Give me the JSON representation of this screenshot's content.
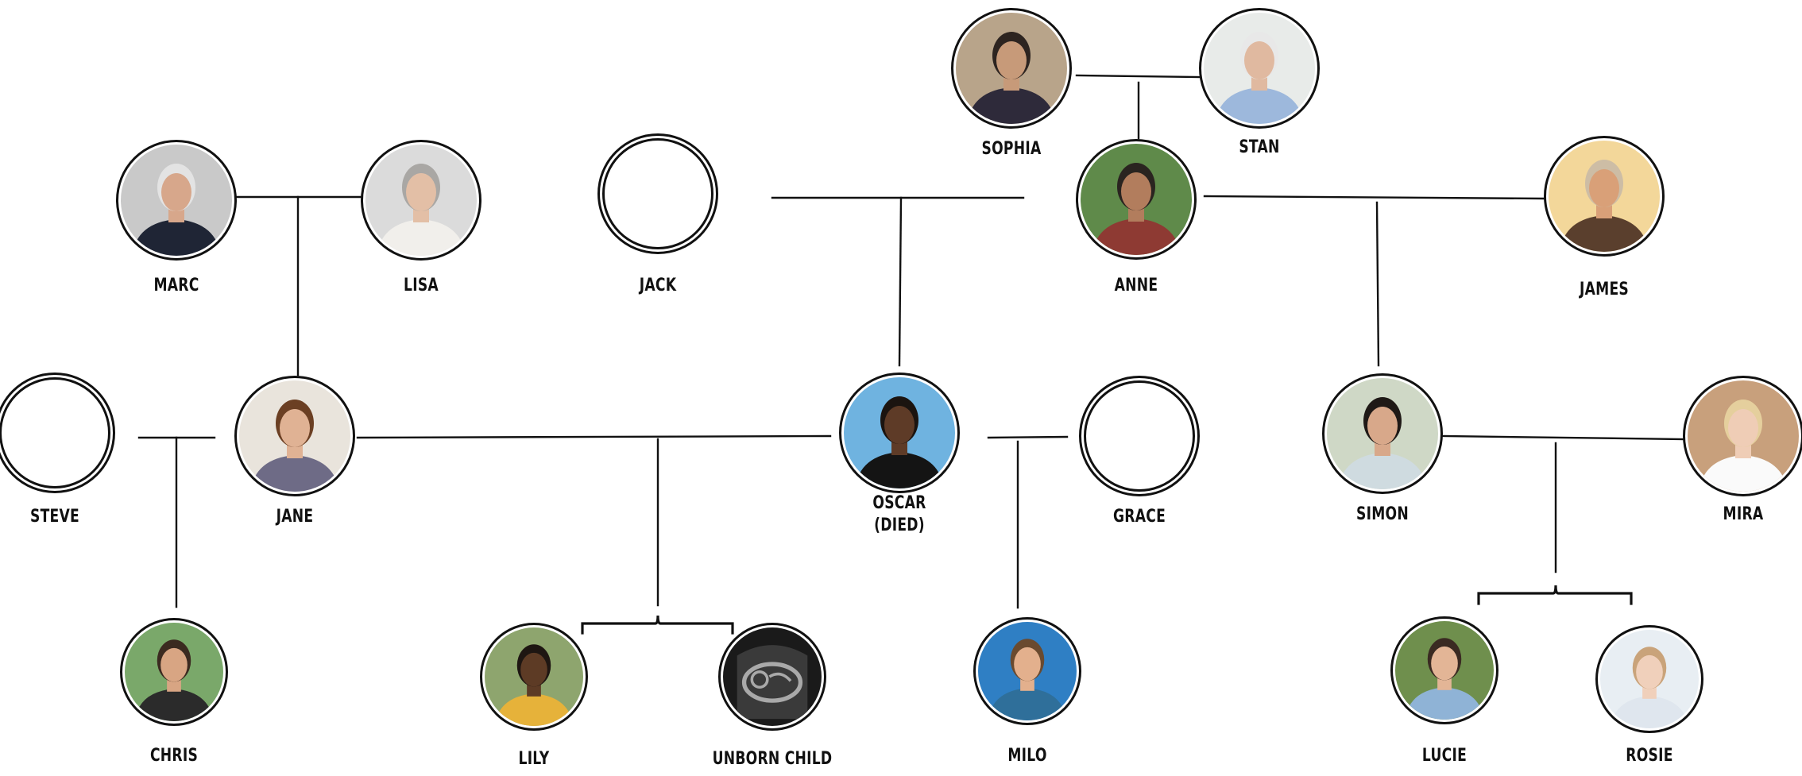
{
  "people": {
    "sophia": {
      "name": "SOPHIA",
      "photo": {
        "bg": "#b8a48a",
        "skin": "#c79a79",
        "hair": "#2d2420",
        "cloth": "#2e2a3a"
      }
    },
    "stan": {
      "name": "STAN",
      "photo": {
        "bg": "#e8ebe9",
        "skin": "#e0b9a0",
        "hair": "#e8e8e8",
        "cloth": "#9db8dc"
      }
    },
    "marc": {
      "name": "MARC",
      "photo": {
        "bg": "#c9c9c9",
        "skin": "#d7a78b",
        "hair": "#e3e3e3",
        "cloth": "#1f2535"
      }
    },
    "lisa": {
      "name": "LISA",
      "photo": {
        "bg": "#dbdbdb",
        "skin": "#e3bfa6",
        "hair": "#a9a7a4",
        "cloth": "#f1efeb"
      }
    },
    "jack": {
      "name": "JACK"
    },
    "anne": {
      "name": "ANNE",
      "photo": {
        "bg": "#5f8a4a",
        "skin": "#b27d5d",
        "hair": "#2a2420",
        "cloth": "#8e3a33"
      }
    },
    "james": {
      "name": "JAMES",
      "photo": {
        "bg": "#f3d79a",
        "skin": "#d9a078",
        "hair": "#cdbda5",
        "cloth": "#5a3f2d"
      }
    },
    "steve": {
      "name": "STEVE"
    },
    "jane": {
      "name": "JANE",
      "photo": {
        "bg": "#e9e4dc",
        "skin": "#e0b294",
        "hair": "#6b3f23",
        "cloth": "#6e6b86"
      }
    },
    "oscar": {
      "name": "OSCAR",
      "note": "(DIED)",
      "photo": {
        "bg": "#6fb3e0",
        "skin": "#5e3b27",
        "hair": "#1b1410",
        "cloth": "#141414"
      }
    },
    "grace": {
      "name": "GRACE"
    },
    "simon": {
      "name": "SIMON",
      "photo": {
        "bg": "#cfd8c6",
        "skin": "#d8a88a",
        "hair": "#1f1916",
        "cloth": "#cfdbe0"
      }
    },
    "mira": {
      "name": "MIRA",
      "photo": {
        "bg": "#c8a07c",
        "skin": "#efcdb6",
        "hair": "#e5cf9d",
        "cloth": "#fafafa"
      }
    },
    "chris": {
      "name": "CHRIS",
      "photo": {
        "bg": "#7aa86a",
        "skin": "#d8a583",
        "hair": "#3b2a20",
        "cloth": "#2b2b2b"
      }
    },
    "lily": {
      "name": "LILY",
      "photo": {
        "bg": "#8ea56e",
        "skin": "#5d3b25",
        "hair": "#1e1612",
        "cloth": "#e6b23a"
      }
    },
    "unborn": {
      "name": "UNBORN CHILD",
      "photo": {
        "bg": "#1a1a1a",
        "scan": "#a9a9a9"
      }
    },
    "milo": {
      "name": "MILO",
      "photo": {
        "bg": "#2f7fc4",
        "skin": "#e3b08d",
        "hair": "#6a4a2f",
        "cloth": "#2f6f9a"
      }
    },
    "lucie": {
      "name": "LUCIE",
      "photo": {
        "bg": "#6f8f4d",
        "skin": "#e3b596",
        "hair": "#3a2a22",
        "cloth": "#8fb3d6"
      }
    },
    "rosie": {
      "name": "ROSIE",
      "photo": {
        "bg": "#e8eef3",
        "skin": "#f0d0bb",
        "hair": "#c9a37a",
        "cloth": "#dfe6ee"
      }
    }
  },
  "colors": {
    "line": "#111111",
    "text": "#111111",
    "background": "#ffffff"
  }
}
